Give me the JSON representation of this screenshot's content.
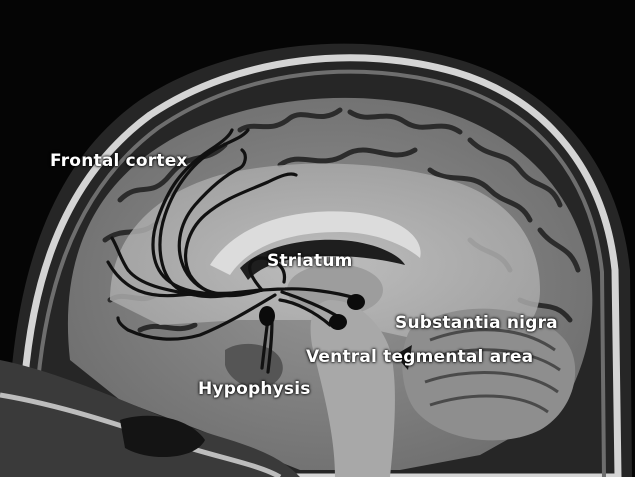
{
  "image": {
    "type": "mri-sagittal-brain",
    "colors": {
      "background": "#050505",
      "skull": "#cfcfcf",
      "gray_matter": "#8a8a8a",
      "white_matter": "#b9b9b9",
      "csf": "#2a2a2a",
      "pathway": "#111111",
      "label_text": "#ffffff"
    }
  },
  "labels": {
    "frontal_cortex": "Frontal cortex",
    "striatum": "Striatum",
    "substantia_nigra": "Substantia nigra",
    "ventral_tegmental_area": "Ventral tegmental area",
    "hypophysis": "Hypophysis"
  }
}
